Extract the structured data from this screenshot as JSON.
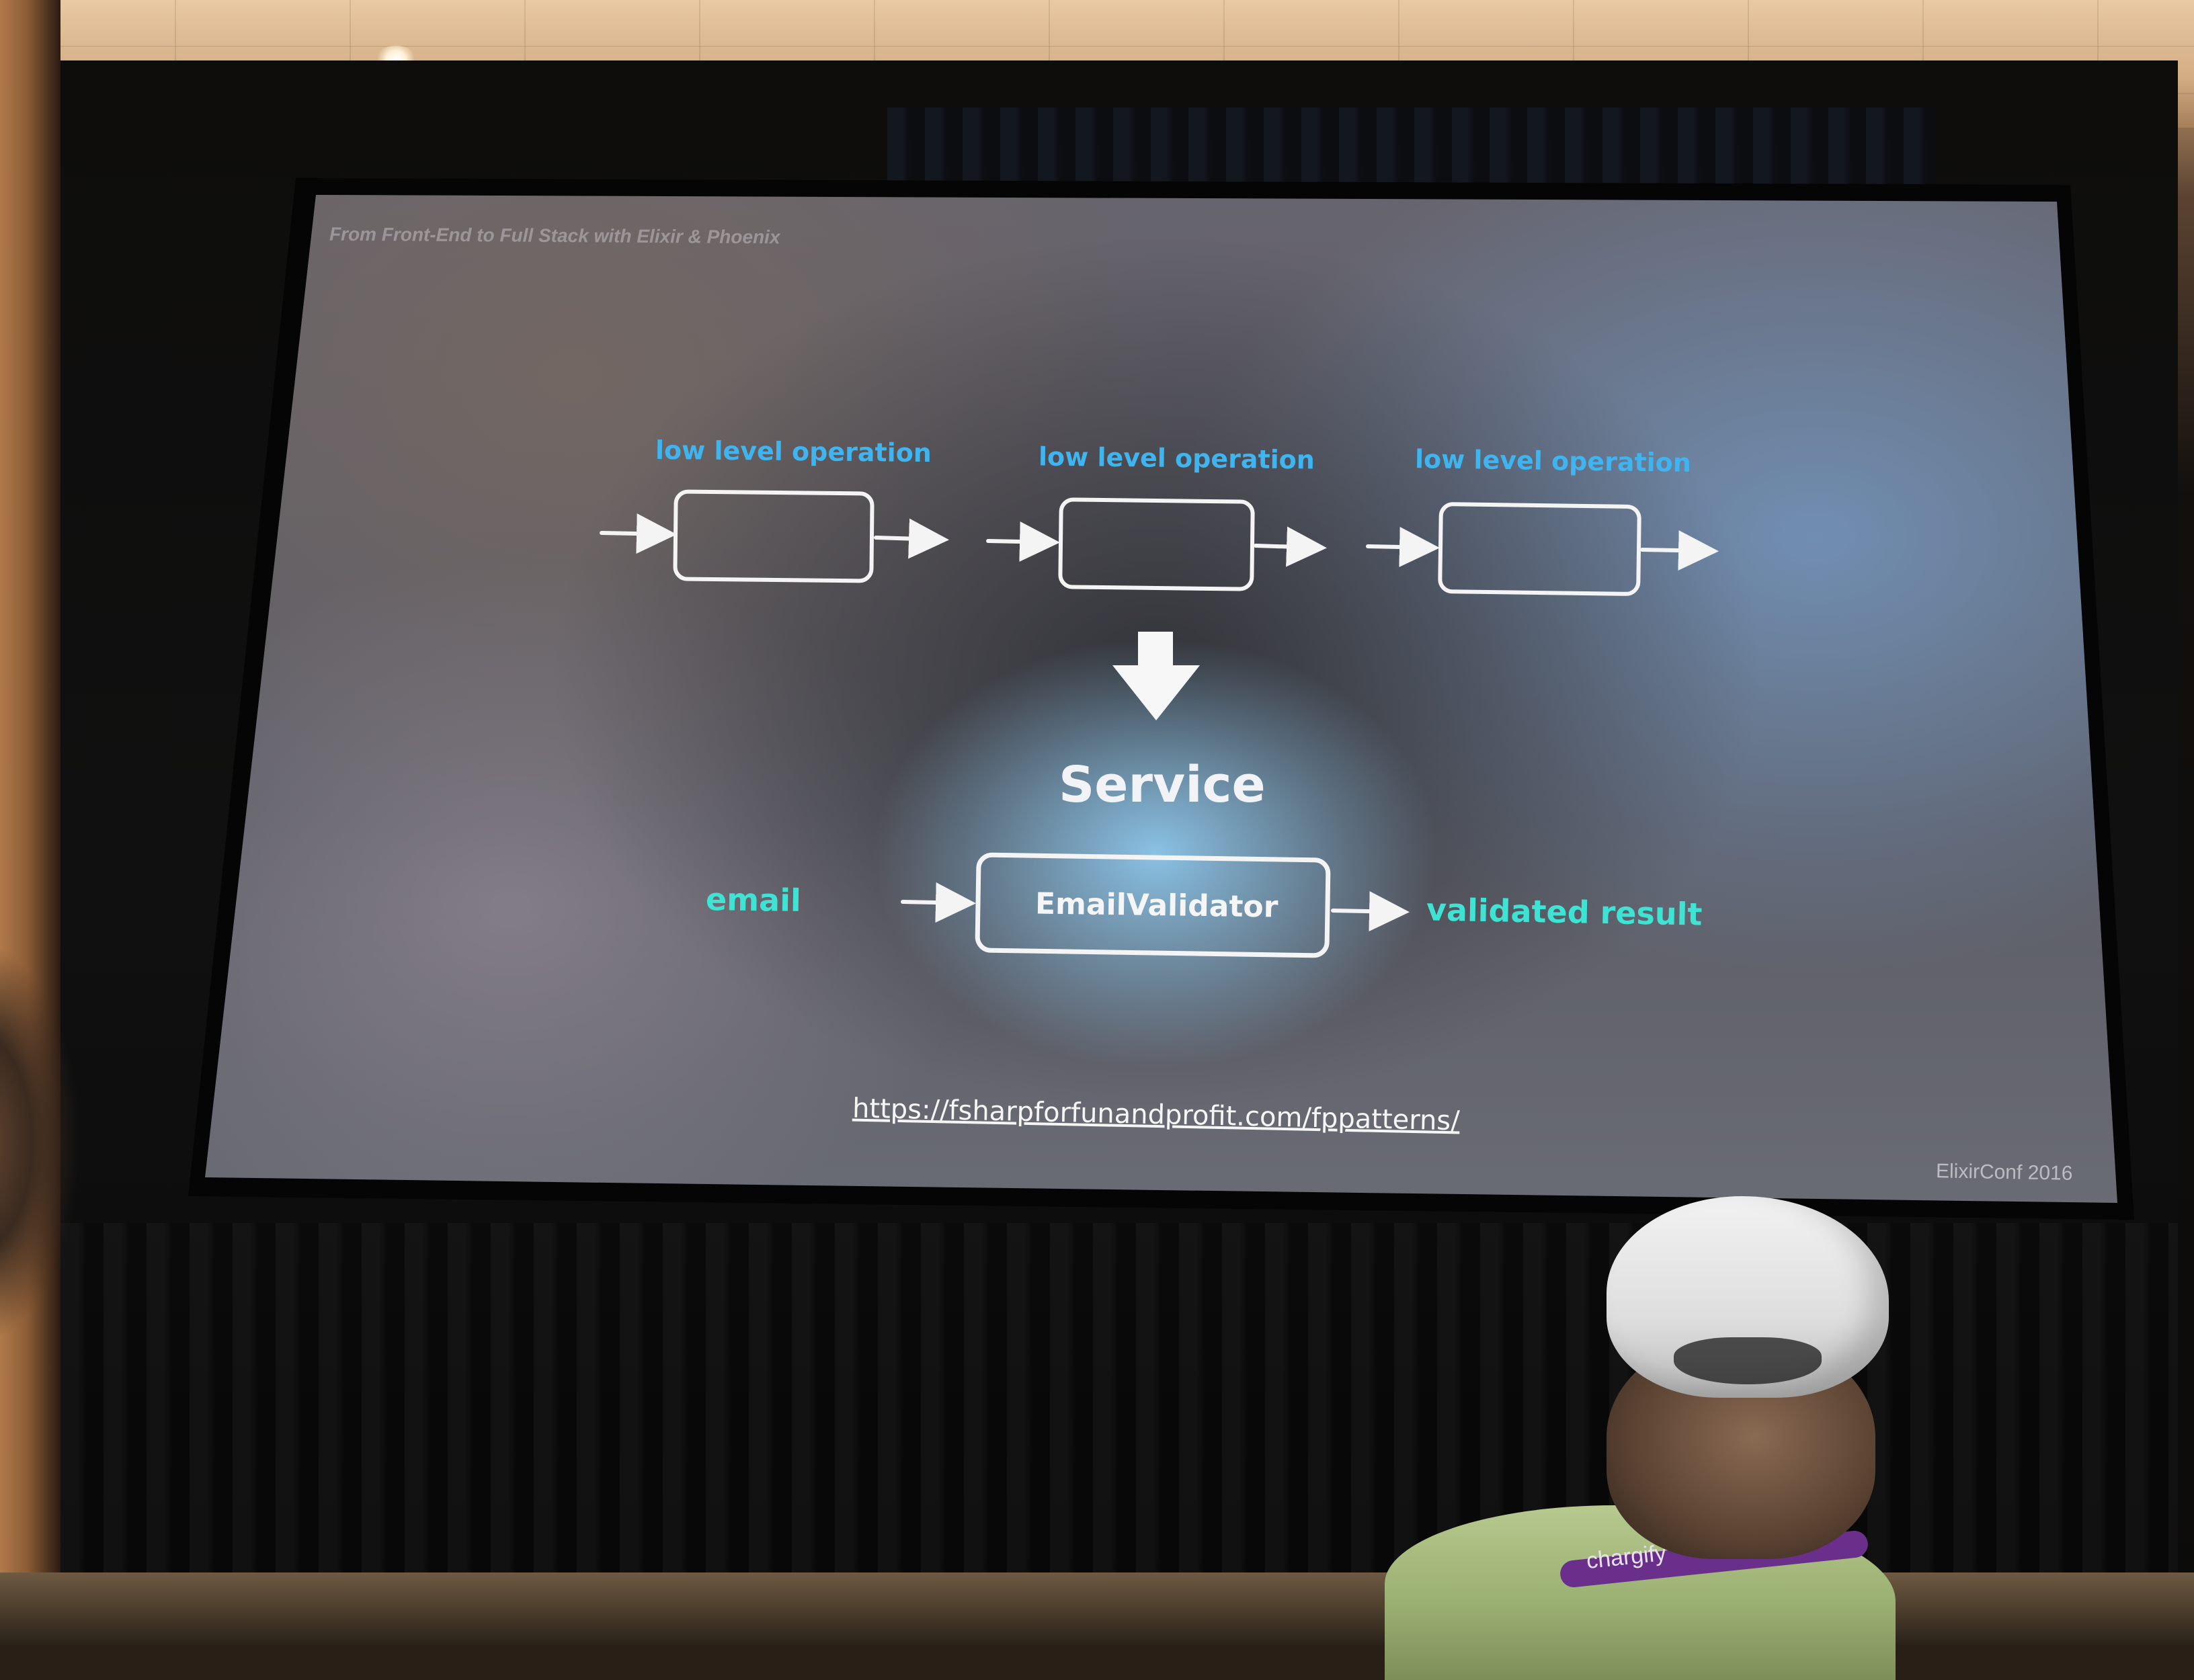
{
  "slide": {
    "header": "From Front-End to Full Stack with Elixir & Phoenix",
    "operations": [
      {
        "label": "low level operation"
      },
      {
        "label": "low level operation"
      },
      {
        "label": "low level operation"
      }
    ],
    "title": "Service",
    "service": {
      "input_label": "email",
      "box_label": "EmailValidator",
      "output_label": "validated result"
    },
    "reference_link": "https://fsharpforfunandprofit.com/fppatterns/",
    "footer": "ElixirConf 2016"
  },
  "audience": {
    "lanyard_text": "chargify"
  },
  "colors": {
    "operation_label": "#3fb4ef",
    "service_io_label": "#3ee3d4",
    "box_stroke": "#f4f4f4",
    "screen_base": "#5c5d66"
  }
}
